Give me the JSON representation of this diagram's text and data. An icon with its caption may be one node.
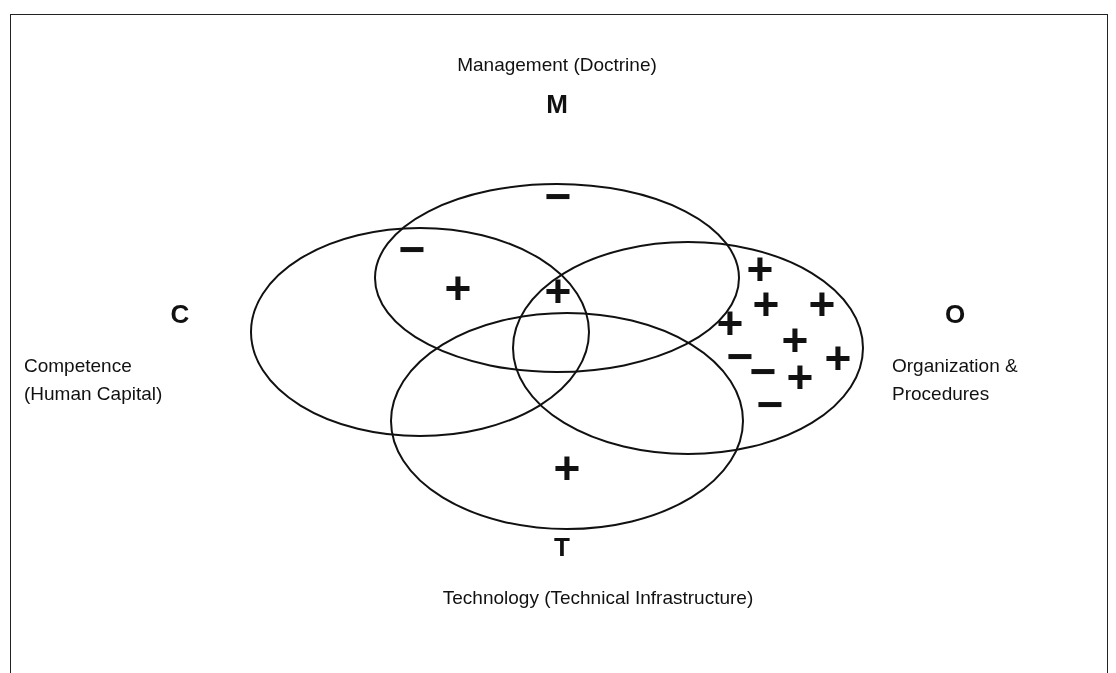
{
  "diagram": {
    "nodes": [
      {
        "text": [],
        "shape": "ellipse",
        "beside": [
          "C",
          "Competence (Human Capital)"
        ]
      },
      {
        "text": [],
        "shape": "ellipse",
        "beside": [
          "Management (Doctrine)",
          "M"
        ]
      },
      {
        "text": [],
        "shape": "ellipse",
        "beside": [
          "T",
          "Technology (Technical Infrastructure)"
        ]
      },
      {
        "text": [],
        "shape": "ellipse",
        "beside": [
          "O",
          "Organization & Procedures"
        ]
      }
    ],
    "edges": [],
    "labels": [
      "−",
      "−",
      "+",
      "+",
      "+",
      "+",
      "+",
      "+",
      "+",
      "−",
      "+",
      "−",
      "+",
      "−",
      "+"
    ]
  }
}
